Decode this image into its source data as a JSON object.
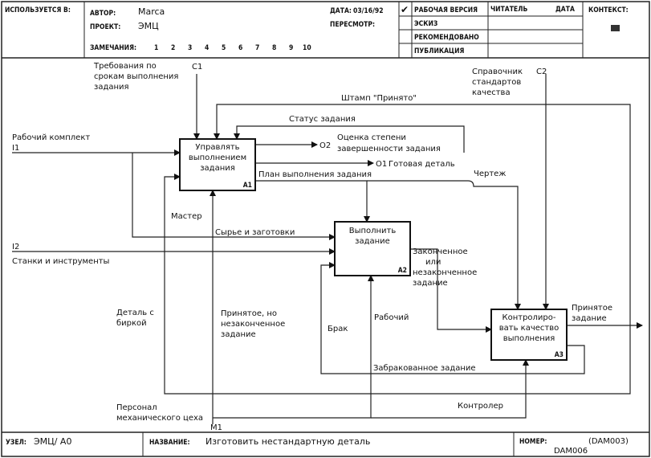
{
  "header": {
    "used_in_label": "ИСПОЛЬЗУЕТСЯ В:",
    "author_label": "АВТОР:",
    "author": "Marca",
    "project_label": "ПРОЕКТ:",
    "project": "ЭМЦ",
    "notes_label": "ЗАМЕЧАНИЯ:",
    "notes": [
      "1",
      "2",
      "3",
      "4",
      "5",
      "6",
      "7",
      "8",
      "9",
      "10"
    ],
    "date_label": "ДАТА:",
    "date": "03/16/92",
    "rev_label": "ПЕРЕСМОТР:",
    "status": [
      {
        "label": "РАБОЧАЯ ВЕРСИЯ",
        "checked": true
      },
      {
        "label": "ЭСКИЗ",
        "checked": false
      },
      {
        "label": "РЕКОМЕНДОВАНО",
        "checked": false
      },
      {
        "label": "ПУБЛИКАЦИЯ",
        "checked": false
      }
    ],
    "reader_label": "ЧИТАТЕЛЬ",
    "reader_date_label": "ДАТА",
    "context_label": "КОНТЕКСТ:"
  },
  "diagram": {
    "boxes": [
      {
        "label1": "Управлять",
        "label2": "выполнением",
        "label3": "задания",
        "id": "A1"
      },
      {
        "label1": "Выполнить",
        "label2": "задание",
        "label3": "",
        "id": "A2"
      },
      {
        "label1": "Контролиро-",
        "label2": "вать качество",
        "label3": "выполнения",
        "id": "A3"
      }
    ],
    "arrows": {
      "c1_code": "C1",
      "c1_label": [
        "Требования по",
        "срокам выполнения",
        "задания"
      ],
      "c2_code": "C2",
      "c2_label": [
        "Справочник",
        "стандартов",
        "качества"
      ],
      "i1_label": "Рабочий комплект",
      "i1_code": "I1",
      "i2_code": "I2",
      "i2_label": "Станки и инструменты",
      "stamp": "Штамп \"Принято\"",
      "status": "Статус задания",
      "o2_code": "O2",
      "o2_label": [
        "Оценка степени",
        "завершенности задания"
      ],
      "o1_code": "O1",
      "o1_label": "Готовая деталь",
      "plan": "План выполнения задания",
      "drawing": "Чертеж",
      "master": "Мастер",
      "raw": "Сырье и заготовки",
      "finished": [
        "Законченное",
        "или",
        "незаконченное",
        "задание"
      ],
      "tagged": [
        "Деталь с",
        "биркой"
      ],
      "accepted_unfinished": [
        "Принятое, но",
        "незаконченное",
        "задание"
      ],
      "defect": "Брак",
      "worker": "Рабочий",
      "accepted": [
        "Принятое",
        "задание"
      ],
      "rejected": "Забракованное задание",
      "personnel": [
        "Персонал",
        "механического цеха"
      ],
      "m1_code": "M1",
      "controller": "Контролер"
    }
  },
  "footer": {
    "node_label": "УЗЕЛ:",
    "node": "ЭМЦ/ A0",
    "title_label": "НАЗВАНИЕ:",
    "title": "Изготовить нестандартную деталь",
    "number_label": "НОМЕР:",
    "number_c": "(DAM003)",
    "number": "DAM006"
  }
}
